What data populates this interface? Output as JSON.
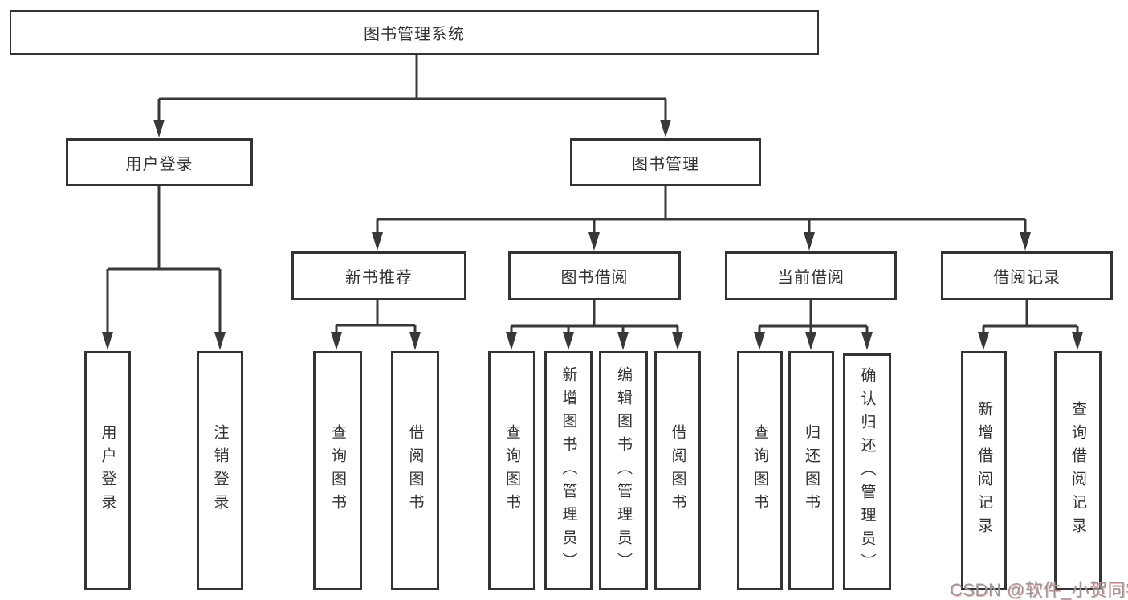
{
  "tree": {
    "root": {
      "label": "图书管理系统",
      "children": [
        {
          "label": "用户登录",
          "children": [
            {
              "label": "用户登录"
            },
            {
              "label": "注销登录"
            }
          ]
        },
        {
          "label": "图书管理",
          "children": [
            {
              "label": "新书推荐",
              "children": [
                {
                  "label": "查询图书"
                },
                {
                  "label": "借阅图书"
                }
              ]
            },
            {
              "label": "图书借阅",
              "children": [
                {
                  "label": "查询图书"
                },
                {
                  "label": "新增图书（管理员）"
                },
                {
                  "label": "编辑图书（管理员）"
                },
                {
                  "label": "借阅图书"
                }
              ]
            },
            {
              "label": "当前借阅",
              "children": [
                {
                  "label": "查询图书"
                },
                {
                  "label": "归还图书"
                },
                {
                  "label": "确认归还（管理员）"
                }
              ]
            },
            {
              "label": "借阅记录",
              "children": [
                {
                  "label": "新增借阅记录"
                },
                {
                  "label": "查询借阅记录"
                }
              ]
            }
          ]
        }
      ]
    }
  },
  "watermark": {
    "text": "CSDN @软件_小贺同学"
  },
  "colors": {
    "line": "#383838",
    "box_border": "#333333",
    "text": "#333333",
    "background": "#ffffff",
    "watermark_text": "#999999",
    "watermark_accent": "#e05a4e"
  }
}
